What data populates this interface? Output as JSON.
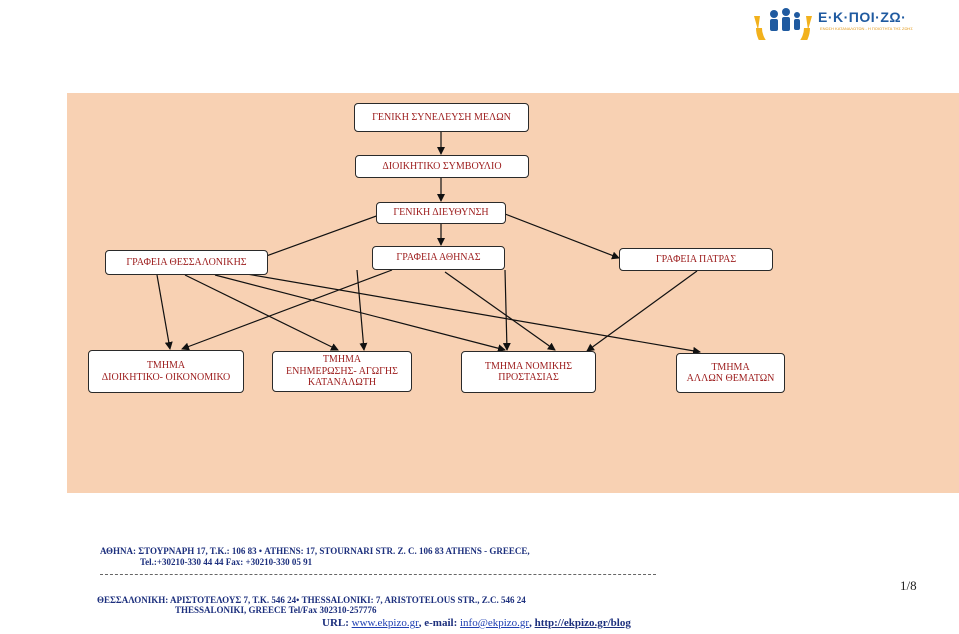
{
  "logo": {
    "text": "Ε·Κ·ΠΟΙ·ΖΩ·",
    "sub": "ΕΝΩΣΗ ΚΑΤΑΝΑΛΩΤΩΝ - Η ΠΟΙΟΤΗΤΑ ΤΗΣ ΖΩΗΣ"
  },
  "org_chart": {
    "general_assembly": "ΓΕΝΙΚΗ ΣΥΝΕΛΕΥΣΗ ΜΕΛΩΝ",
    "board": "ΔΙΟΙΚΗΤΙΚΟ ΣΥΜΒΟΥΛΙΟ",
    "directorate": "ΓΕΝΙΚΗ ΔΙΕΥΘΥΝΣΗ",
    "office_thessaloniki": "ΓΡΑΦΕΙΑ ΘΕΣΣΑΛΟΝΙΚΗΣ",
    "office_athens": "ΓΡΑΦΕΙΑ ΑΘΗΝΑΣ",
    "office_patras": "ΓΡΑΦΕΙΑ ΠΑΤΡΑΣ",
    "dept_admin": "ΤΜΗΜΑ\nΔΙΟΙΚΗΤΙΚΟ- ΟΙΚΟΝΟΜΙΚΟ",
    "dept_info": "ΤΜΗΜΑ\nΕΝΗΜΕΡΩΣΗΣ- ΑΓΩΓΗΣ\nΚΑΤΑΝΑΛΩΤΗ",
    "dept_legal": "ΤΜΗΜΑ ΝΟΜΙΚΗΣ\nΠΡΟΣΤΑΣΙΑΣ",
    "dept_other": "ΤΜΗΜΑ\nΑΛΛΩΝ ΘΕΜΑΤΩΝ"
  },
  "footer": {
    "athens_line1": "ΑΘΗΝΑ: ΣΤΟΥΡΝΑΡΗ 17, Τ.Κ.: 106 83 • ATHENS: 17, STOURNARI STR. Z. C. 106 83 ATHENS - GREECE,",
    "athens_line2": "Tel.:+30210-330 44 44 Fax: +30210-330 05 91",
    "thess_line1": "ΘΕΣΣΑΛΟΝΙΚΗ: ΑΡΙΣΤΟΤΕΛΟΥΣ 7, Τ.Κ. 546 24• THESSALONIKI: 7, ARISTOTELOUS STR., Z.C. 546 24",
    "thess_line2": "THESSALONIKI, GREECE Tel/Fax 302310-257776",
    "url_label": "URL: ",
    "url": "www.ekpizo.gr",
    "email_label": ", e-mail: ",
    "email": "info@ekpizo.gr",
    "sep": ", ",
    "blog": "http://ekpizo.gr/blog"
  },
  "page_number": "1/8",
  "colors": {
    "background": "#f8d1b3",
    "node_text": "#9c1c1c",
    "footer_text": "#1c2f7d"
  }
}
